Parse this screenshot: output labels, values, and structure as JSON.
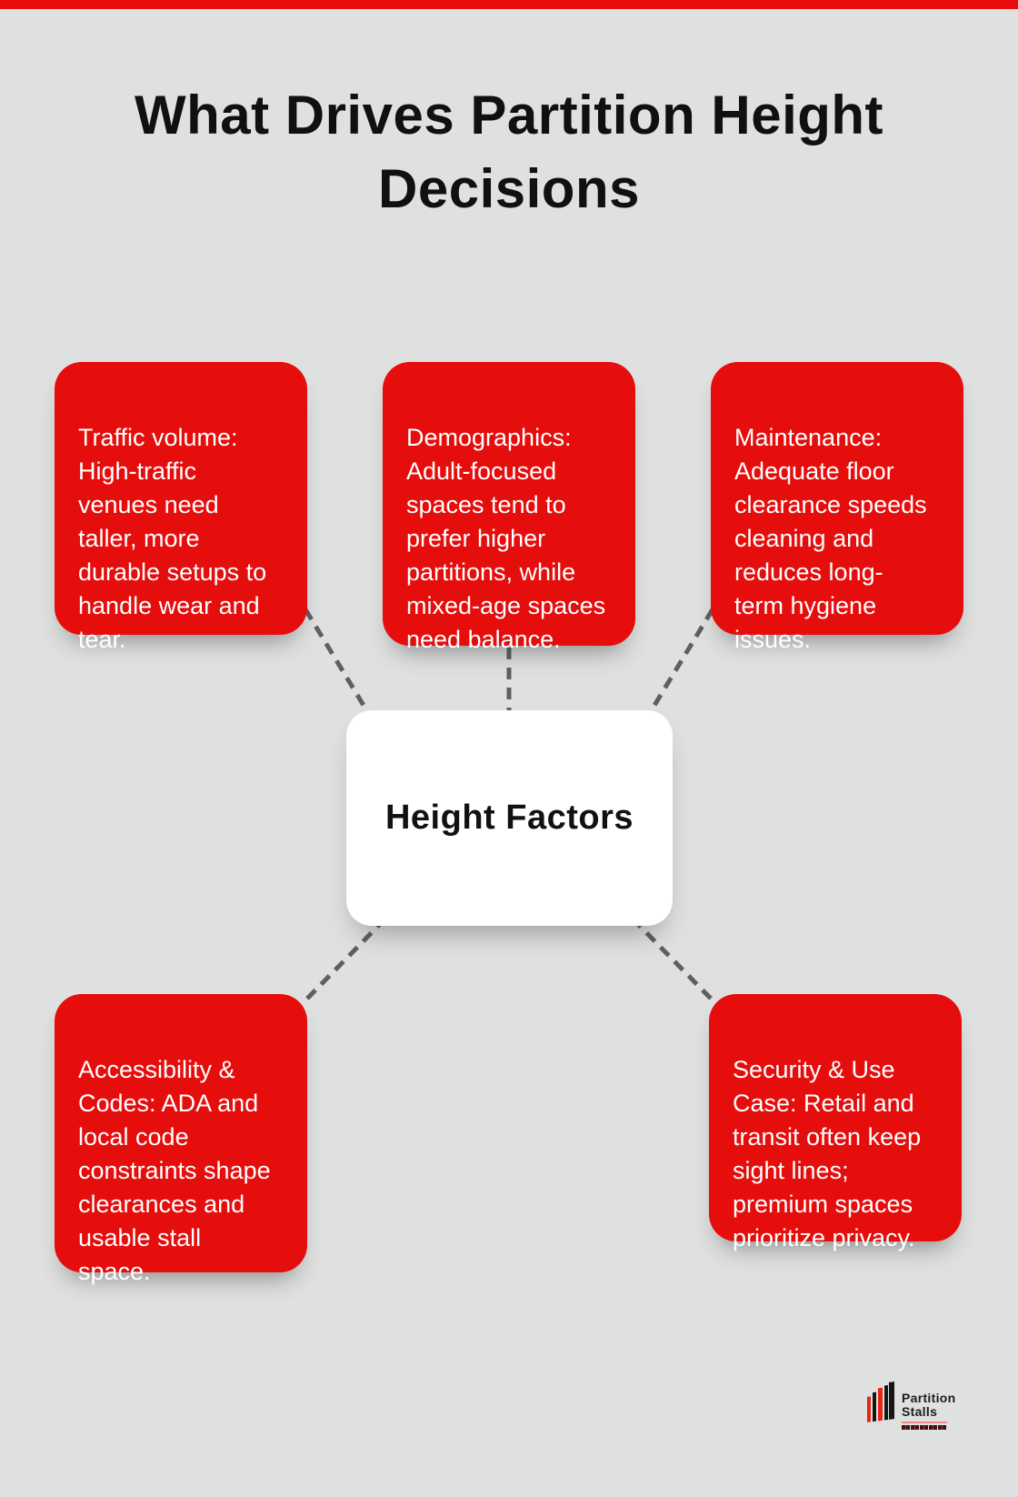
{
  "title": "What Drives Partition Height Decisions",
  "center_label": "Height Factors",
  "cards": [
    {
      "name": "traffic-volume",
      "text": "Traffic volume:\nHigh-traffic\nvenues need\ntaller, more\ndurable setups to\nhandle wear and\ntear."
    },
    {
      "name": "demographics",
      "text": "Demographics:\nAdult-focused\nspaces tend to\nprefer higher\npartitions, while\nmixed-age spaces\nneed balance."
    },
    {
      "name": "maintenance",
      "text": "Maintenance:\nAdequate floor\nclearance speeds\ncleaning and\nreduces long-\nterm hygiene\nissues."
    },
    {
      "name": "accessibility-codes",
      "text": "Accessibility &\nCodes: ADA and\nlocal code\nconstraints shape\nclearances and\nusable stall\nspace."
    },
    {
      "name": "security-use-case",
      "text": "Security & Use\nCase: Retail and\ntransit often keep\nsight lines;\npremium spaces\nprioritize privacy."
    }
  ],
  "logo": {
    "line1": "Partition",
    "line2": "Stalls"
  },
  "colors": {
    "background": "#dfe1e0",
    "card_red": "#e60d0d",
    "top_bar": "#ea0c0c",
    "dash_gray": "#5f5f5f",
    "center_bg": "#ffffff",
    "title_text": "#101010",
    "card_text": "#ffffff"
  }
}
